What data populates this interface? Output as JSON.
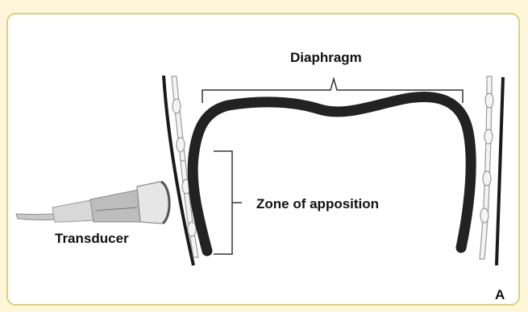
{
  "figure": {
    "panel_letter": "A",
    "labels": {
      "diaphragm": "Diaphragm",
      "zone_of_apposition": "Zone of apposition",
      "transducer": "Transducer"
    }
  },
  "colors": {
    "background": "#fdf6d8",
    "panel_border": "#dccf86",
    "panel_fill": "#ffffff",
    "diaphragm_stroke": "#222222",
    "chest_wall": "#1a1a1a",
    "rib_outline": "#9a9a9a"
  }
}
